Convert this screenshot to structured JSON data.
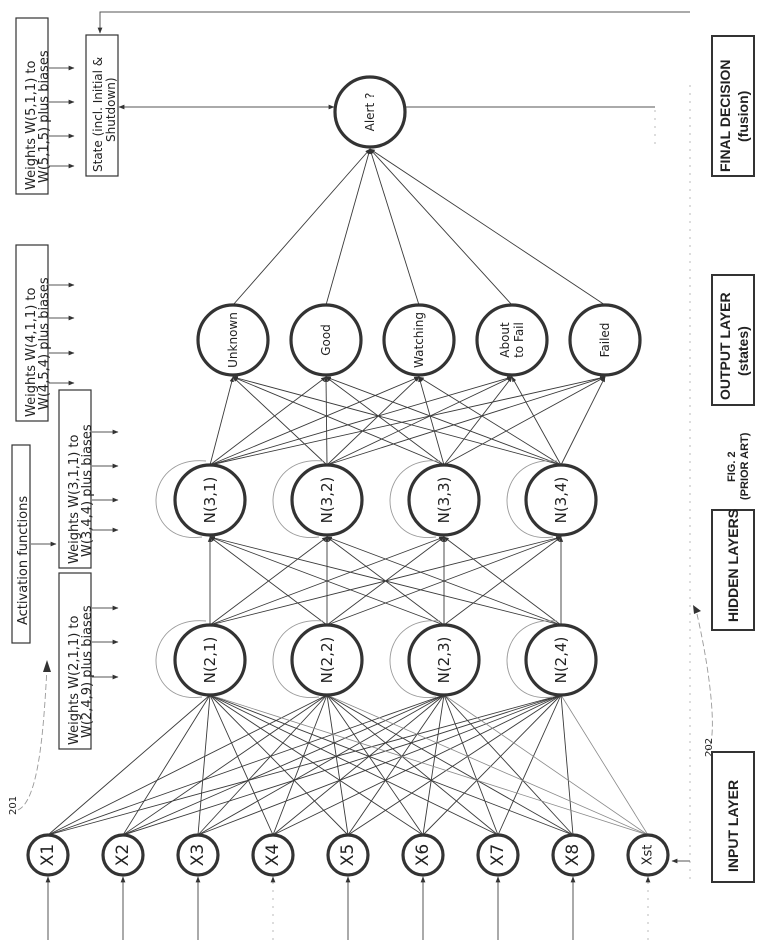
{
  "figure": {
    "title": "FIG. 2",
    "subtitle": "(PRIOR ART)",
    "ref_201": "201",
    "ref_202": "202"
  },
  "layers": {
    "input": {
      "label": "INPUT LAYER"
    },
    "hidden": {
      "label": "HIDDEN LAYERS"
    },
    "output": {
      "label_line1": "OUTPUT LAYER",
      "label_line2": "(states)"
    },
    "final": {
      "label_line1": "FINAL DECISION",
      "label_line2": "(fusion)"
    }
  },
  "nodes": {
    "input": [
      "X1",
      "X2",
      "X3",
      "X4",
      "X5",
      "X6",
      "X7",
      "X8",
      "Xst"
    ],
    "hidden2": [
      "N(2,1)",
      "N(2,2)",
      "N(2,3)",
      "N(2,4)"
    ],
    "hidden3": [
      "N(3,1)",
      "N(3,2)",
      "N(3,3)",
      "N(3,4)"
    ],
    "output": [
      [
        "Unknown"
      ],
      [
        "Good"
      ],
      [
        "Watching"
      ],
      [
        "About",
        "to Fail"
      ],
      [
        "Failed"
      ]
    ],
    "final": "Alert ?"
  },
  "boxes": {
    "weights5": {
      "line1": "Weights W(5,1,1) to",
      "line2": "W(5,1,5) plus biases"
    },
    "state": {
      "line1": "State (incl. Initial &",
      "line2": "Shutdown)"
    },
    "weights4": {
      "line1": "Weights W(4,1,1) to",
      "line2": "W(4,5,4) plus biases"
    },
    "weights3": {
      "line1": "Weights W(3,1,1) to",
      "line2": "W(3,4,4) plus biases"
    },
    "activation": {
      "line1": "Activation functions"
    },
    "weights2": {
      "line1": "Weights W(2,1,1) to",
      "line2": "W(2,4,9) plus biases"
    }
  }
}
